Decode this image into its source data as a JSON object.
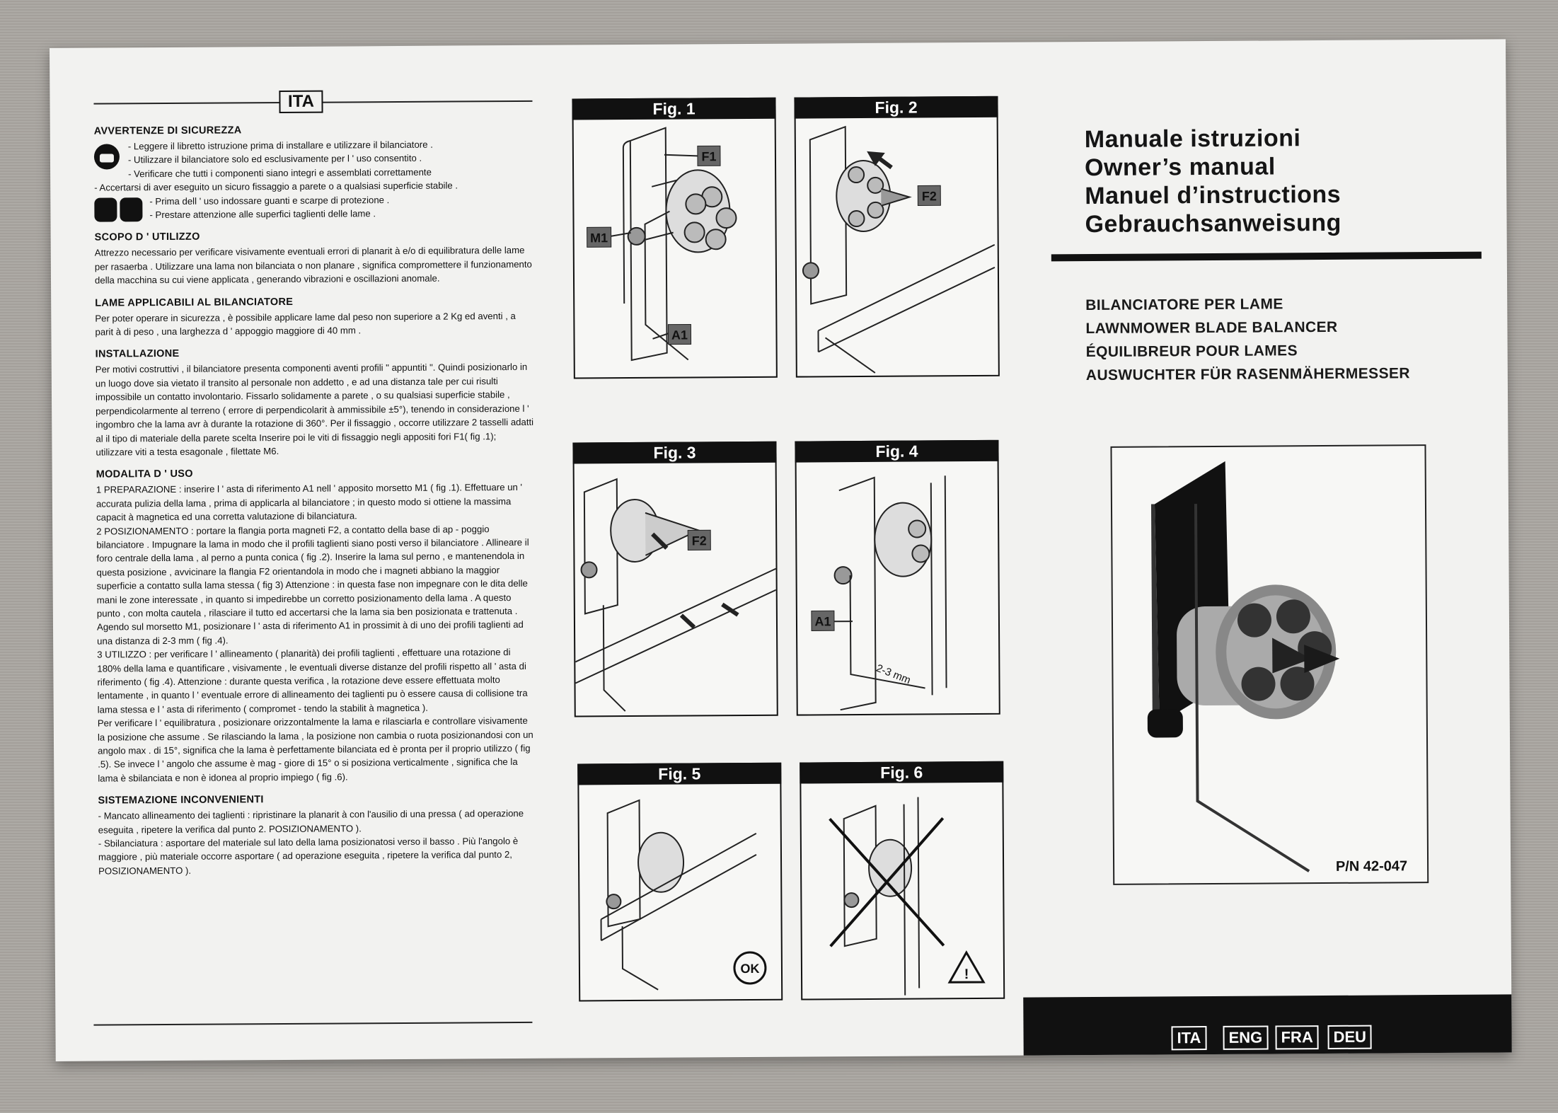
{
  "ita_header": "ITA",
  "avvertenze": {
    "title": "AVVERTENZE DI SICUREZZA",
    "l1": "- Leggere il libretto istruzione prima di installare e utilizzare il bilanciatore .",
    "l2": "- Utilizzare il bilanciatore solo ed esclusivamente per l ' uso consentito .",
    "l3": "- Verificare che tutti i componenti siano integri e assemblati correttamente",
    "l4": "- Accertarsi di aver eseguito un sicuro fissaggio a parete o a qualsiasi superficie stabile .",
    "l5": "- Prima dell ' uso indossare guanti e scarpe di protezione .",
    "l6": "- Prestare attenzione alle superfici taglienti delle lame ."
  },
  "scopo": {
    "title": "SCOPO D ' UTILIZZO",
    "text": "Attrezzo necessario per verificare visivamente eventuali errori di planarit à e/o di equilibratura delle lame per rasaerba . Utilizzare una lama non bilanciata o non planare , significa compromettere il funzionamento della macchina su cui viene applicata , generando vibrazioni e oscillazioni anomale."
  },
  "lame": {
    "title": "LAME APPLICABILI AL BILANCIATORE",
    "text": "Per poter operare in sicurezza , è possibile applicare lame dal peso non superiore a 2 Kg ed aventi , a parit à di peso , una larghezza d ' appoggio maggiore di 40 mm ."
  },
  "installazione": {
    "title": "INSTALLAZIONE",
    "text": "Per motivi costruttivi , il bilanciatore presenta componenti aventi profili \" appuntiti \". Quindi posizionarlo in un luogo dove sia vietato il transito al personale non addetto , e ad una distanza tale per cui risulti impossibile un contatto involontario. Fissarlo solidamente a parete , o su qualsiasi superficie stabile , perpendicolarmente al terreno ( errore di perpendicolarit à ammissibile ±5°), tenendo in considerazione l ' ingombro che la lama avr à durante la rotazione di 360°. Per il fissaggio , occorre utilizzare 2 tasselli adatti al il tipo di materiale della parete scelta Inserire poi le viti di fissaggio negli appositi fori F1( fig .1); utilizzare viti a testa esagonale , filettate M6."
  },
  "modalita": {
    "title": "MODALITA D ' USO",
    "p1": "1   PREPARAZIONE : inserire l ' asta di riferimento A1 nell ' apposito morsetto M1 ( fig .1). Effettuare un ' accurata pulizia della lama , prima di applicarla al bilanciatore ; in questo modo si ottiene la massima capacit à magnetica ed una corretta valutazione di bilanciatura.",
    "p2": "2   POSIZIONAMENTO : portare la flangia porta magneti F2, a contatto della base di ap - poggio bilanciatore . Impugnare la lama in modo che il profili taglienti siano posti verso il bilanciatore . Allineare il foro centrale della lama , al perno a punta conica ( fig .2). Inserire la lama sul perno , e mantenendola in questa posizione , avvicinare la flangia F2 orientandola in modo che i magneti abbiano la maggior superficie a contatto sulla lama stessa ( fig 3) Attenzione : in questa fase non impegnare con le dita delle mani le zone interessate , in quanto si impedirebbe un corretto posizionamento della lama . A questo punto , con molta cautela , rilasciare il tutto ed accertarsi che la lama sia ben posizionata e trattenuta . Agendo sul morsetto M1, posizionare l ' asta di riferimento A1 in prossimit à di uno dei profili taglienti ad una distanza di 2-3 mm ( fig .4).",
    "p3": "3   UTILIZZO : per verificare l ' allineamento ( planarità) dei profili taglienti , effettuare una rotazione di 180% della lama e quantificare , visivamente , le eventuali diverse distanze del profili rispetto all ' asta di riferimento ( fig .4). Attenzione : durante questa verifica , la rotazione deve essere effettuata molto lentamente , in quanto l ' eventuale errore di allineamento dei taglienti pu ò essere causa di collisione tra lama stessa e l ' asta di riferimento ( compromet - tendo la stabilit à magnetica ).",
    "p4": "Per verificare l ' equilibratura , posizionare orizzontalmente la lama e rilasciarla e controllare visivamente la posizione che assume . Se rilasciando la lama , la posizione non cambia o ruota posizionandosi con un angolo max . di 15°, significa che la lama è perfettamente bilanciata ed è pronta per il proprio utilizzo ( fig .5). Se invece l ' angolo che assume è mag - giore di 15° o si posiziona verticalmente , significa che la lama è sbilanciata e non è idonea al proprio impiego ( fig .6)."
  },
  "sistemazione": {
    "title": "SISTEMAZIONE INCONVENIENTI",
    "i1": "-   Mancato allineamento dei taglienti : ripristinare la planarit à con l'ausilio di una pressa ( ad operazione eseguita , ripetere la verifica dal punto 2. POSIZIONAMENTO ).",
    "i2": "-   Sbilanciatura : asportare del materiale sul lato della lama posizionatosi verso il basso . Più l'angolo è maggiore , più materiale occorre asportare ( ad operazione eseguita , ripetere la verifica dal punto 2, POSIZIONAMENTO )."
  },
  "figures": {
    "f1": "Fig. 1",
    "f2": "Fig. 2",
    "f3": "Fig. 3",
    "f4": "Fig. 4",
    "f5": "Fig. 5",
    "f6": "Fig. 6",
    "labels": {
      "F1": "F1",
      "F2": "F2",
      "M1": "M1",
      "A1": "A1",
      "mm": "2-3 mm",
      "ok": "OK",
      "warn": "!"
    }
  },
  "titles": [
    "Manuale istruzioni",
    "Owner’s manual",
    "Manuel d’instructions",
    "Gebrauchsanweisung"
  ],
  "subtitles": [
    "BILANCIATORE PER LAME",
    "LAWNMOWER BLADE BALANCER",
    "ÉQUILIBREUR POUR LAMES",
    "AUSWUCHTER FÜR RASENMÄHERMESSER"
  ],
  "part_number": "P/N 42-047",
  "languages": [
    "ITA",
    "ENG",
    "FRA",
    "DEU"
  ]
}
